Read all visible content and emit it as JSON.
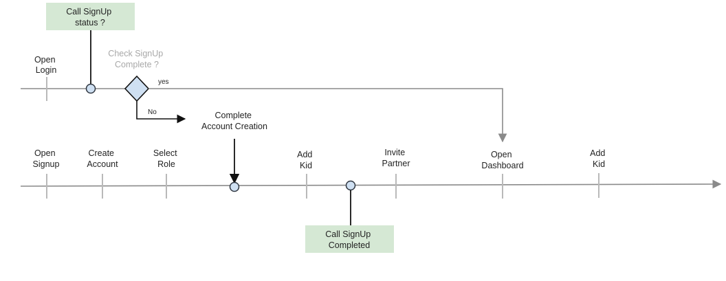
{
  "colors": {
    "timeline": "#8a8a8a",
    "tick": "#b9b9b9",
    "connector": "#111111",
    "node_fill": "#cfe0f2",
    "node_stroke": "#2f3640",
    "box_fill": "#d5e8d4",
    "muted_text": "#a8a8a8"
  },
  "top_flow": {
    "open_login": [
      "Open",
      "Login"
    ],
    "call_signup_status": [
      "Call SignUp",
      "status ?"
    ],
    "check_signup_complete": [
      "Check SignUp",
      "Complete ?"
    ],
    "yes_label": "yes",
    "no_label": "No"
  },
  "bottom_flow": {
    "steps": [
      [
        "Open",
        "Signup"
      ],
      [
        "Create",
        "Account"
      ],
      [
        "Select",
        "Role"
      ],
      [
        "Add",
        "Kid"
      ],
      [
        "Invite",
        "Partner"
      ],
      [
        "Open",
        "Dashboard"
      ],
      [
        "Add",
        "Kid"
      ]
    ],
    "complete_account_creation": [
      "Complete",
      "Account Creation"
    ],
    "call_signup_completed": [
      "Call SignUp",
      "Completed"
    ]
  }
}
